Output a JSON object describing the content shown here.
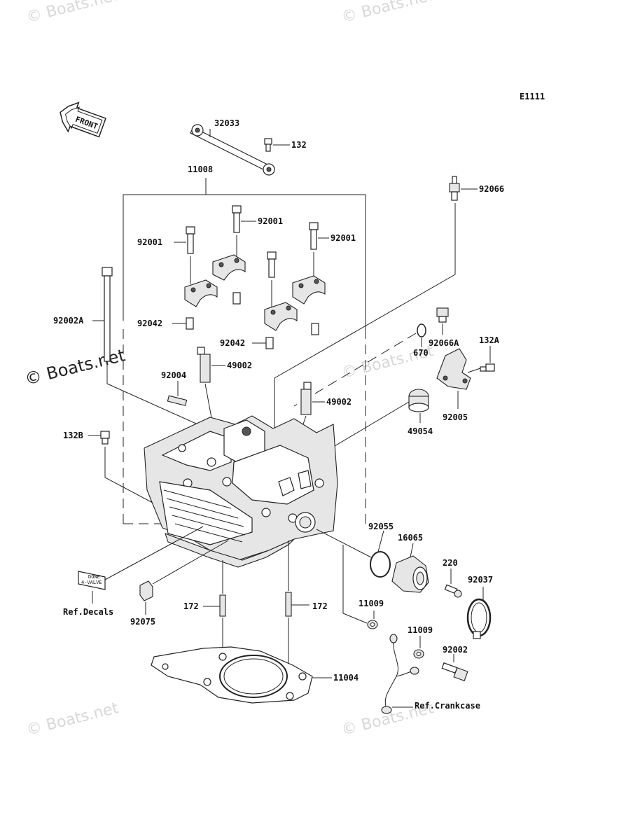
{
  "diagram_code": "E1111",
  "front_marker": "FRONT",
  "watermarks": {
    "faint": "© Boats.net",
    "prominent": "© Boats.net"
  },
  "labels": {
    "p32033": "32033",
    "p132": "132",
    "p11008": "11008",
    "p92066": "92066",
    "p92001_top": "92001",
    "p92001_left": "92001",
    "p92001_right": "92001",
    "p92002A": "92002A",
    "p92042_left": "92042",
    "p92042_mid": "92042",
    "p670": "670",
    "p92066A": "92066A",
    "p132A": "132A",
    "p49002_left": "49002",
    "p49002_right": "49002",
    "p92004": "92004",
    "p92005": "92005",
    "p49054": "49054",
    "p132B": "132B",
    "p92055": "92055",
    "p16065": "16065",
    "p220": "220",
    "p92037": "92037",
    "p11009_left": "11009",
    "p11009_right": "11009",
    "p172_left": "172",
    "p172_right": "172",
    "p92002": "92002",
    "p11004": "11004",
    "ref_decals": "Ref.Decals",
    "p92075": "92075",
    "ref_crankcase": "Ref.Crankcase"
  },
  "decal_text": [
    "DONE",
    "4-VALVE"
  ]
}
